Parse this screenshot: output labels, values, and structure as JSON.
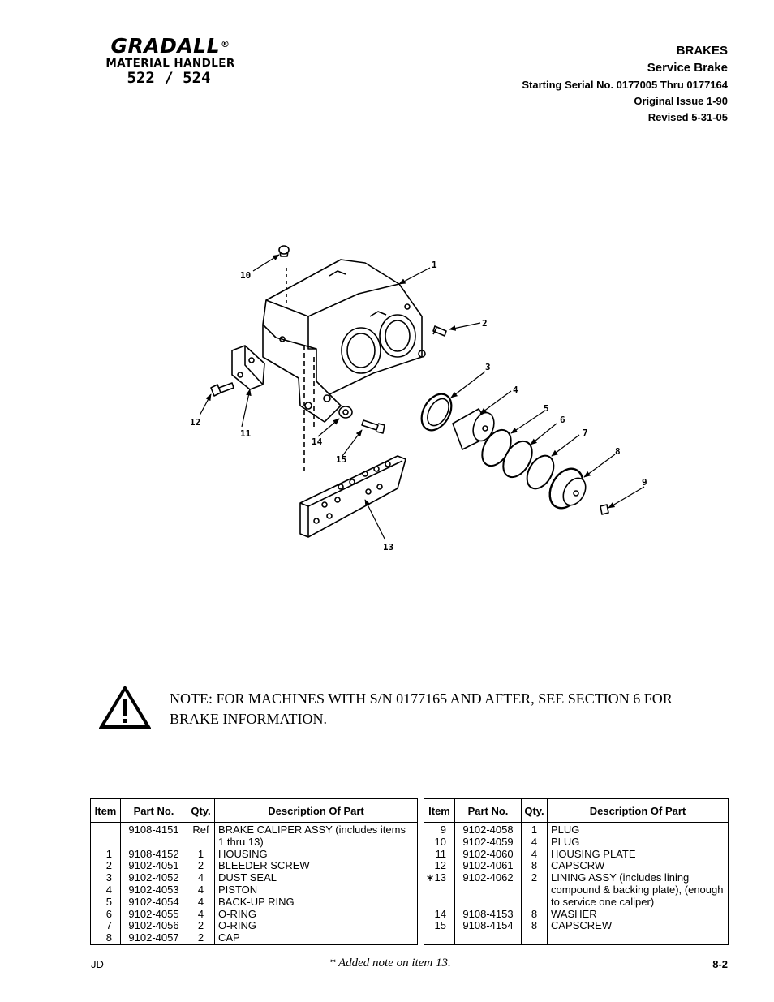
{
  "logo": {
    "brand": "GRADALL",
    "registered": "®",
    "subtitle": "MATERIAL HANDLER",
    "model": "522 / 524"
  },
  "header": {
    "section": "BRAKES",
    "title": "Service Brake",
    "serial": "Starting Serial No. 0177005 Thru 0177164",
    "issue": "Original Issue  1-90",
    "revised": "Revised  5-31-05"
  },
  "diagram_labels": [
    "1",
    "2",
    "3",
    "4",
    "5",
    "6",
    "7",
    "8",
    "9",
    "10",
    "11",
    "12",
    "13",
    "14",
    "15"
  ],
  "note": "NOTE:  FOR MACHINES WITH S/N 0177165 AND AFTER, SEE SECTION 6 FOR BRAKE INFORMATION.",
  "table_headers": {
    "item": "Item",
    "part": "Part No.",
    "qty": "Qty.",
    "desc": "Description Of Part"
  },
  "left_table": {
    "rows": [
      {
        "item": "",
        "part": "9108-4151",
        "qty": "Ref",
        "desc": "BRAKE CALIPER ASSY (includes items 1 thru 13)"
      },
      {
        "item": "1",
        "part": "9108-4152",
        "qty": "1",
        "desc": "HOUSING"
      },
      {
        "item": "2",
        "part": "9102-4051",
        "qty": "2",
        "desc": "BLEEDER SCREW"
      },
      {
        "item": "3",
        "part": "9102-4052",
        "qty": "4",
        "desc": "DUST SEAL"
      },
      {
        "item": "4",
        "part": "9102-4053",
        "qty": "4",
        "desc": "PISTON"
      },
      {
        "item": "5",
        "part": "9102-4054",
        "qty": "4",
        "desc": "BACK-UP RING"
      },
      {
        "item": "6",
        "part": "9102-4055",
        "qty": "4",
        "desc": "O-RING"
      },
      {
        "item": "7",
        "part": "9102-4056",
        "qty": "2",
        "desc": "O-RING"
      },
      {
        "item": "8",
        "part": "9102-4057",
        "qty": "2",
        "desc": "CAP"
      }
    ]
  },
  "right_table": {
    "rows": [
      {
        "item": "9",
        "part": "9102-4058",
        "qty": "1",
        "desc": "PLUG"
      },
      {
        "item": "10",
        "part": "9102-4059",
        "qty": "4",
        "desc": "PLUG"
      },
      {
        "item": "11",
        "part": "9102-4060",
        "qty": "4",
        "desc": "HOUSING PLATE"
      },
      {
        "item": "12",
        "part": "9102-4061",
        "qty": "8",
        "desc": "CAPSCRW"
      },
      {
        "item": "∗13",
        "part": "9102-4062",
        "qty": "2",
        "desc": "LINING ASSY (includes lining compound & backing plate), (enough to service one caliper)"
      },
      {
        "item": "14",
        "part": "9108-4153",
        "qty": "8",
        "desc": "WASHER"
      },
      {
        "item": "15",
        "part": "9108-4154",
        "qty": "8",
        "desc": "CAPSCREW"
      }
    ]
  },
  "footer": {
    "left": "JD",
    "center": "* Added note on item 13.",
    "right": "8-2"
  }
}
